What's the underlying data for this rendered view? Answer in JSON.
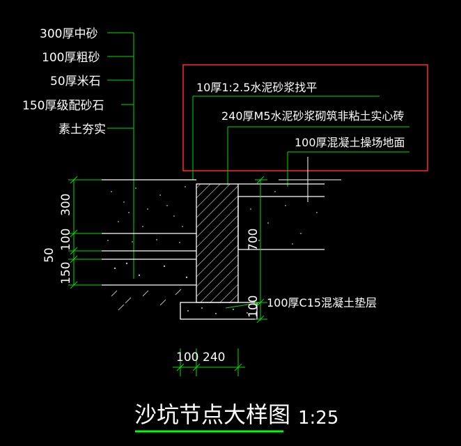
{
  "colors": {
    "background": "#000000",
    "leader_green": "#00ff00",
    "text": "#ffffff",
    "highlight_box": "#ff2a2a",
    "dim_green": "#00dd00",
    "hatch": "#cfcfcf"
  },
  "left_labels": [
    "300厚中砂",
    "100厚粗砂",
    "50厚米石",
    "150厚级配砂石",
    "素土夯实"
  ],
  "box_labels": [
    "10厚1:2.5水泥砂浆找平",
    "240厚M5水泥砂浆砌筑非粘土实心砖",
    "100厚混凝土操场地面"
  ],
  "bottom_label": "100厚C15混凝土垫层",
  "dimensions": {
    "left": [
      "300",
      "100",
      "50",
      "150"
    ],
    "right_700": "700",
    "right_100": "100",
    "bottom_100": "100",
    "bottom_240": "240"
  },
  "title": "沙坑节点大样图",
  "scale": "1:25"
}
